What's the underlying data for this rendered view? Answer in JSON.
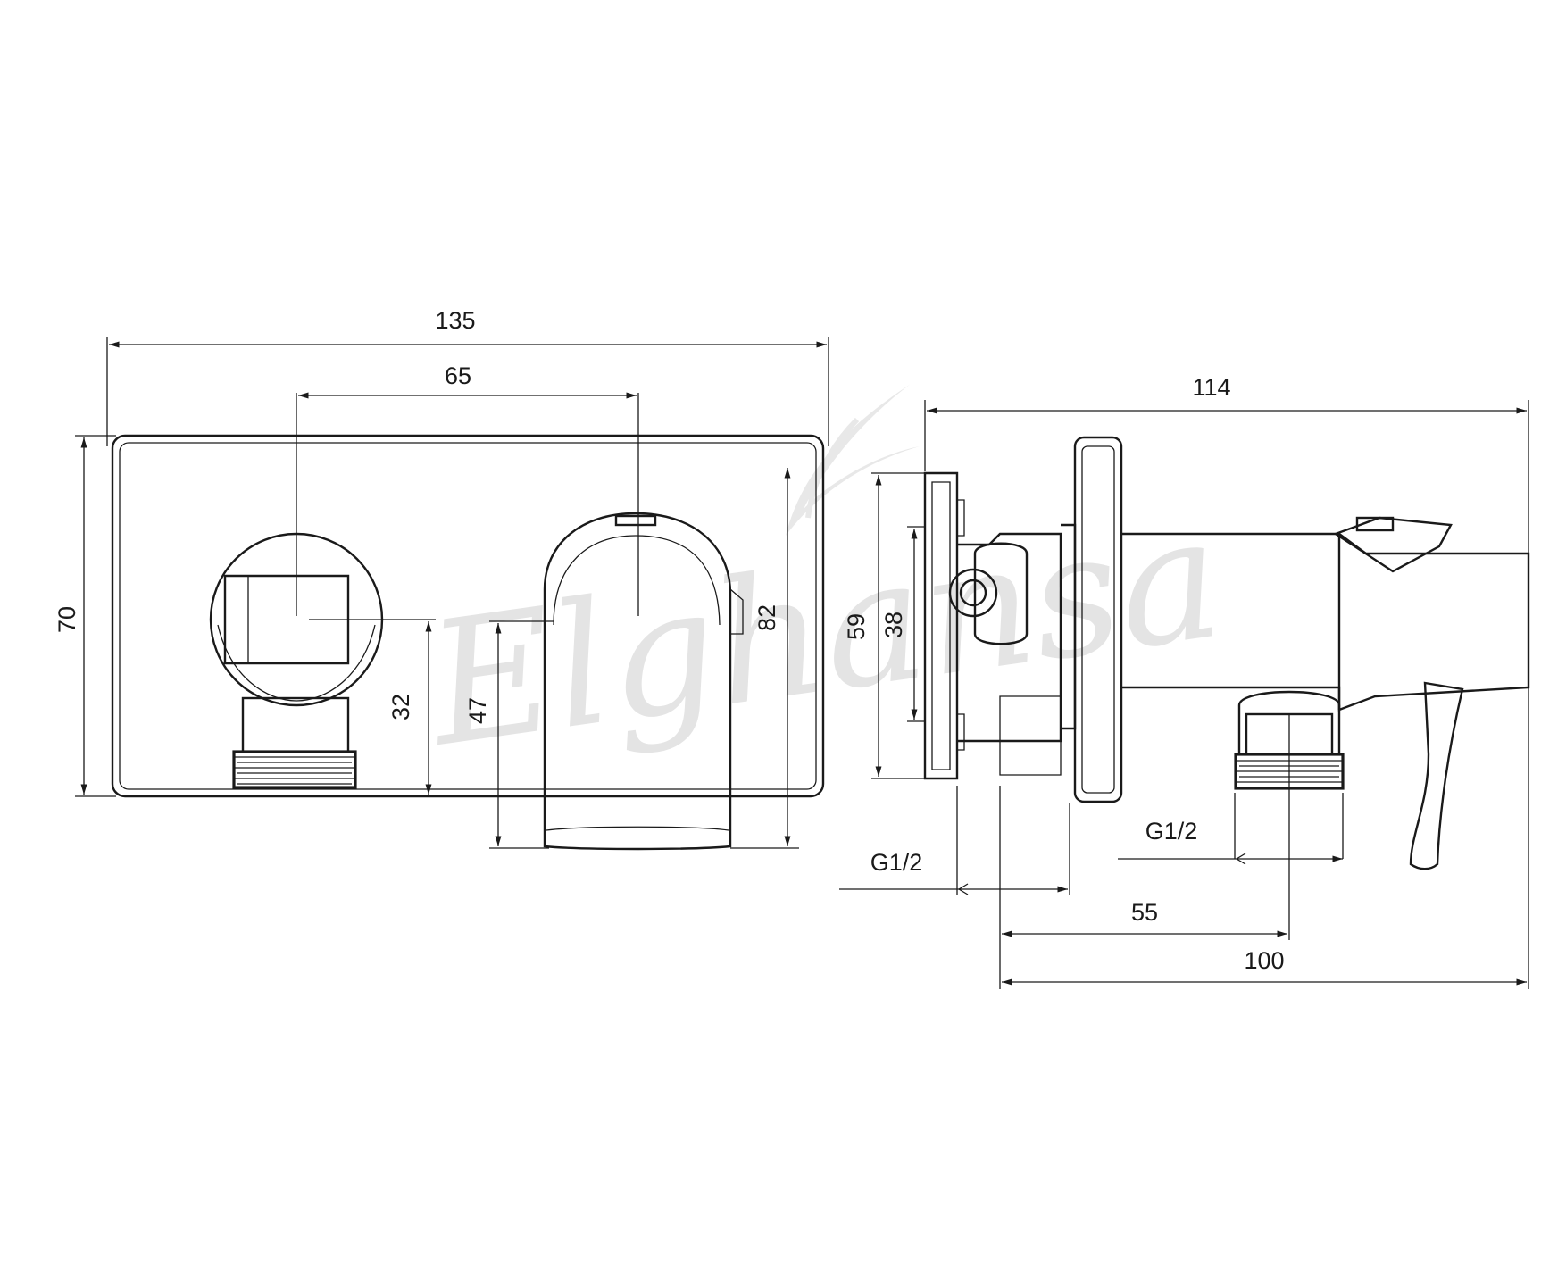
{
  "watermark": {
    "text": "Elghansa",
    "color": "#e4e4e4"
  },
  "front_view": {
    "dims": {
      "width_total": "135",
      "width_spacing": "65",
      "height_plate": "70",
      "height_outlet": "32",
      "height_spout": "47",
      "height_total": "82"
    }
  },
  "side_view": {
    "dims": {
      "depth_total": "114",
      "height_flange": "59",
      "height_inner": "38",
      "thread_rear": "G1/2",
      "thread_outlet": "G1/2",
      "offset_outlet": "55",
      "offset_total": "100"
    }
  },
  "colors": {
    "line": "#1a1a1a",
    "background": "#ffffff"
  }
}
